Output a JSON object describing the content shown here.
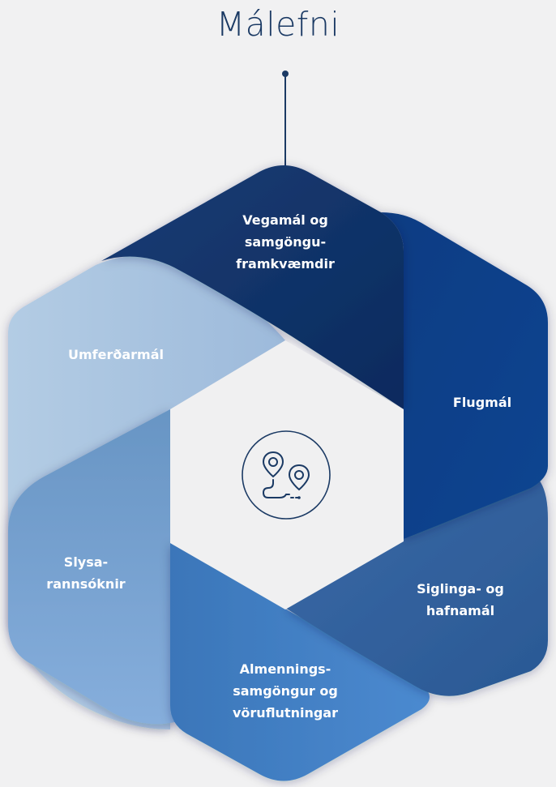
{
  "title": "Málefni",
  "center": {
    "icon": "route-pins-icon"
  },
  "segments": [
    {
      "id": "vegamal",
      "lines": [
        "Vegamál og",
        "samgöngu-",
        "framkvæmdir"
      ],
      "color": "#0f2f66"
    },
    {
      "id": "flugmal",
      "lines": [
        "Flugmál"
      ],
      "color": "#0a3f85"
    },
    {
      "id": "siglinga",
      "lines": [
        "Siglinga- og",
        "hafnamál"
      ],
      "color": "#2b5a98"
    },
    {
      "id": "almennings",
      "lines": [
        "Almennings-",
        "samgöngur og",
        "vöruflutningar"
      ],
      "color": "#3f79bd"
    },
    {
      "id": "slysa",
      "lines": [
        "Slysa-",
        "rannsóknir"
      ],
      "color": "#6b98c6"
    },
    {
      "id": "umferd",
      "lines": [
        "Umferðarmál"
      ],
      "color": "#a9c4de"
    }
  ],
  "colors": {
    "background": "#f1f1f2",
    "title": "#1b3a64",
    "center": "#f0f0f1"
  }
}
